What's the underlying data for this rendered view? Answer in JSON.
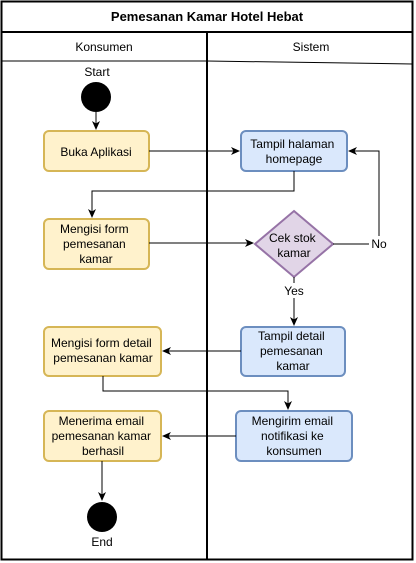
{
  "title": "Pemesanan Kamar Hotel Hebat",
  "lanes": {
    "left": "Konsumen",
    "right": "Sistem"
  },
  "start_label": "Start",
  "end_label": "End",
  "nodes": {
    "buka_aplikasi": [
      "Buka Aplikasi"
    ],
    "tampil_homepage": [
      "Tampil halaman",
      "homepage"
    ],
    "mengisi_form": [
      "Mengisi form",
      "pemesanan",
      "kamar"
    ],
    "cek_stok": [
      "Cek stok",
      "kamar"
    ],
    "tampil_detail": [
      "Tampil detail",
      "pemesanan",
      "kamar"
    ],
    "mengisi_detail": [
      "Mengisi form detail",
      "pemesanan kamar"
    ],
    "mengirim_email": [
      "Mengirim email",
      "notifikasi ke",
      "konsumen"
    ],
    "menerima_email": [
      "Menerima email",
      "pemesanan kamar",
      "berhasil"
    ]
  },
  "edge_labels": {
    "no": "No",
    "yes": "Yes"
  },
  "colors": {
    "consumer_fill": "#fff2cc",
    "consumer_stroke": "#d6b656",
    "system_fill": "#dae8fc",
    "system_stroke": "#6c8ebf",
    "decision_fill": "#e1d5e7",
    "decision_stroke": "#9673a6",
    "line": "#000000"
  }
}
